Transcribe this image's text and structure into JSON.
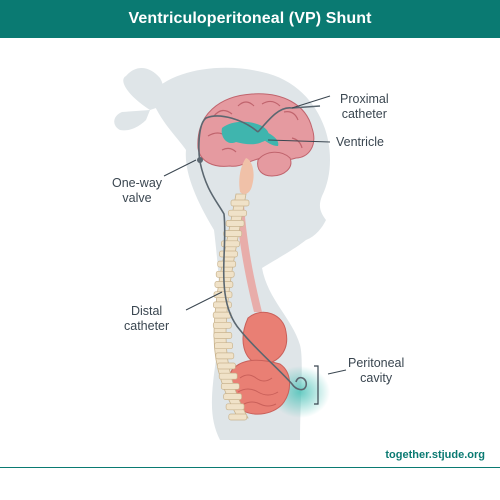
{
  "header": {
    "title": "Ventriculoperitoneal (VP) Shunt"
  },
  "labels": {
    "proximal_catheter": [
      "Proximal",
      "catheter"
    ],
    "ventricle": "Ventricle",
    "one_way_valve": [
      "One-way",
      "valve"
    ],
    "distal_catheter": [
      "Distal",
      "catheter"
    ],
    "peritoneal_cavity": [
      "Peritoneal",
      "cavity"
    ]
  },
  "footer": {
    "url": "together.stjude.org"
  },
  "colors": {
    "header_bg": "#0a7a72",
    "silhouette": "#dfe5e8",
    "brain": "#e59aa0",
    "ventricle": "#3fb5ae",
    "spine": "#f0e2c8",
    "organ": "#e97f74",
    "catheter": "#5b6770",
    "footer_text": "#0a7a72"
  }
}
